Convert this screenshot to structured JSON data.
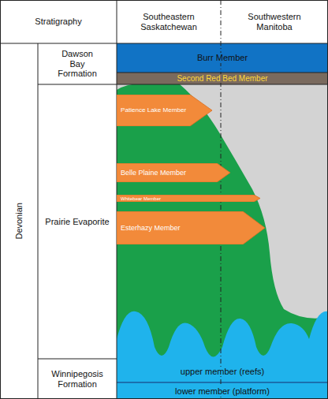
{
  "diagram": {
    "nodes": [
      {
        "text": [
          "Stratigraphy"
        ]
      },
      {
        "text": [
          "Southeastern Saskatchewan"
        ]
      },
      {
        "text": [
          "Southwestern Manitoba"
        ]
      },
      {
        "text": [
          "Devonian"
        ]
      },
      {
        "text": [
          "Dawson Bay Formation"
        ]
      },
      {
        "text": [
          "Burr Member"
        ]
      },
      {
        "text": [
          "Second Red Bed Member"
        ]
      },
      {
        "text": [
          "Prairie Evaporite"
        ]
      },
      {
        "text": [
          "Patience Lake Member"
        ]
      },
      {
        "text": [
          "Belle Plaine Member"
        ]
      },
      {
        "text": [
          "Whitebear Member"
        ]
      },
      {
        "text": [
          "Esterhazy Member"
        ]
      },
      {
        "text": [
          "Winnipegosis Formation"
        ]
      },
      {
        "text": [
          "upper member (reefs)"
        ]
      },
      {
        "text": [
          "lower member (platform)"
        ]
      }
    ]
  }
}
